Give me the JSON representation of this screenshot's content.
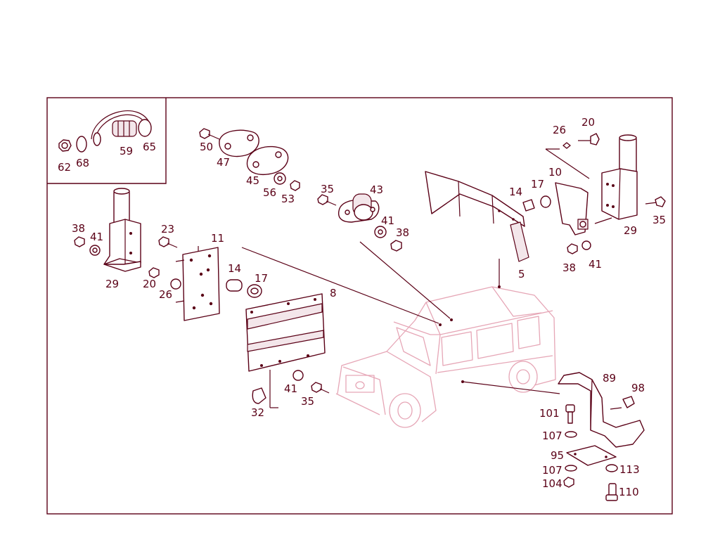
{
  "callouts": {
    "c62": "62",
    "c68": "68",
    "c59": "59",
    "c65": "65",
    "c50": "50",
    "c47": "47",
    "c45": "45",
    "c56": "56",
    "c53": "53",
    "c35a": "35",
    "c43": "43",
    "c41a": "41",
    "c38a": "38",
    "c26a": "26",
    "c20a": "20",
    "c10": "10",
    "c14a": "14",
    "c17a": "17",
    "c29a": "29",
    "c35b": "35",
    "c38b": "38",
    "c41b": "41",
    "c5": "5",
    "c38c": "38",
    "c41c": "41",
    "c29b": "29",
    "c23": "23",
    "c11": "11",
    "c20b": "20",
    "c26b": "26",
    "c14b": "14",
    "c17b": "17",
    "c8": "8",
    "c41d": "41",
    "c35c": "35",
    "c32": "32",
    "c89": "89",
    "c98": "98",
    "c101": "101",
    "c107a": "107",
    "c95": "95",
    "c107b": "107",
    "c113": "113",
    "c104": "104",
    "c110": "110"
  },
  "colors": {
    "line": "#5a0016",
    "vehicle": "#e6a6b6",
    "background": "#ffffff"
  }
}
